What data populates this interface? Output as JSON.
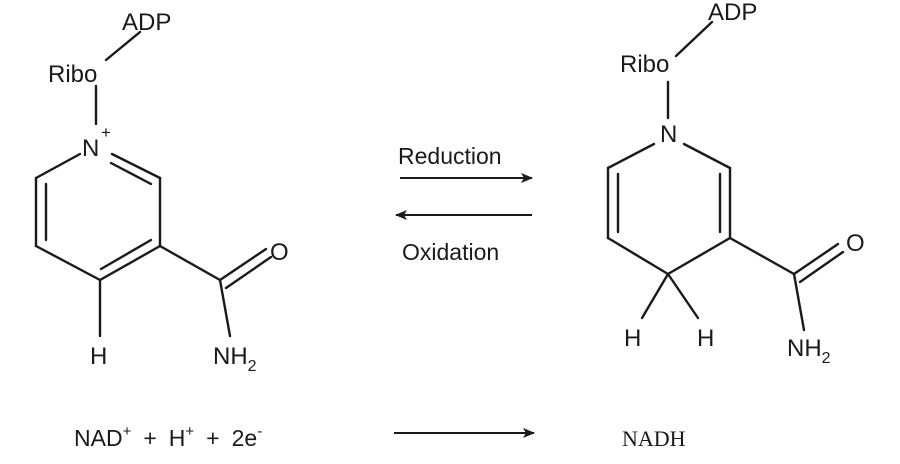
{
  "nad": {
    "adp": "ADP",
    "ribo": "Ribo",
    "nitrogen": "N",
    "charge": "+",
    "oxygen": "O",
    "hydrogen": "H",
    "amide_n": "NH",
    "amide_sub": "2"
  },
  "nadh": {
    "adp": "ADP",
    "ribo": "Ribo",
    "nitrogen": "N",
    "oxygen": "O",
    "hydrogen_left": "H",
    "hydrogen_right": "H",
    "amide_n": "NH",
    "amide_sub": "2"
  },
  "arrows": {
    "forward_label": "Reduction",
    "reverse_label": "Oxidation"
  },
  "equation": {
    "nad": "NAD",
    "nad_sup": "+",
    "plus1": "+",
    "h": "H",
    "h_sup": "+",
    "plus2": "+",
    "electrons": "2e",
    "electrons_sup": "-",
    "product": "NADH"
  }
}
